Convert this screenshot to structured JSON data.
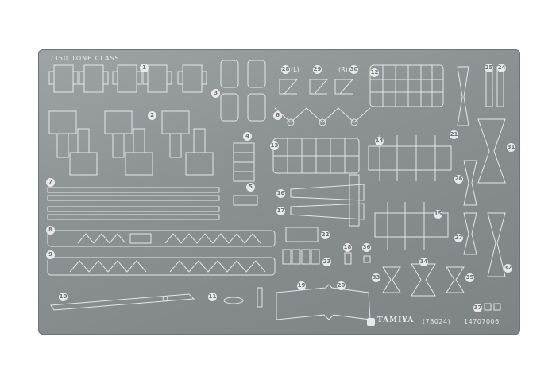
{
  "fret": {
    "scale_label": "1/350",
    "class_label": "TONE  CLASS",
    "brand": "TAMIYA",
    "item_code": "(78024)",
    "part_code": "14707006",
    "side_labels": {
      "left": "(L)",
      "right": "(R)"
    },
    "part_numbers": [
      "1",
      "2",
      "3",
      "4",
      "5",
      "6",
      "7",
      "8",
      "9",
      "10",
      "11",
      "12",
      "13",
      "14",
      "15",
      "16",
      "17",
      "18",
      "19",
      "20",
      "21",
      "22",
      "23",
      "24",
      "25",
      "26",
      "27",
      "28",
      "29",
      "30",
      "31",
      "32",
      "33",
      "34",
      "35",
      "36",
      "37"
    ]
  },
  "colors": {
    "fret": "#8c9193",
    "etch": "#d9dcdd",
    "outline": "#5f6467",
    "background": "#ffffff"
  }
}
